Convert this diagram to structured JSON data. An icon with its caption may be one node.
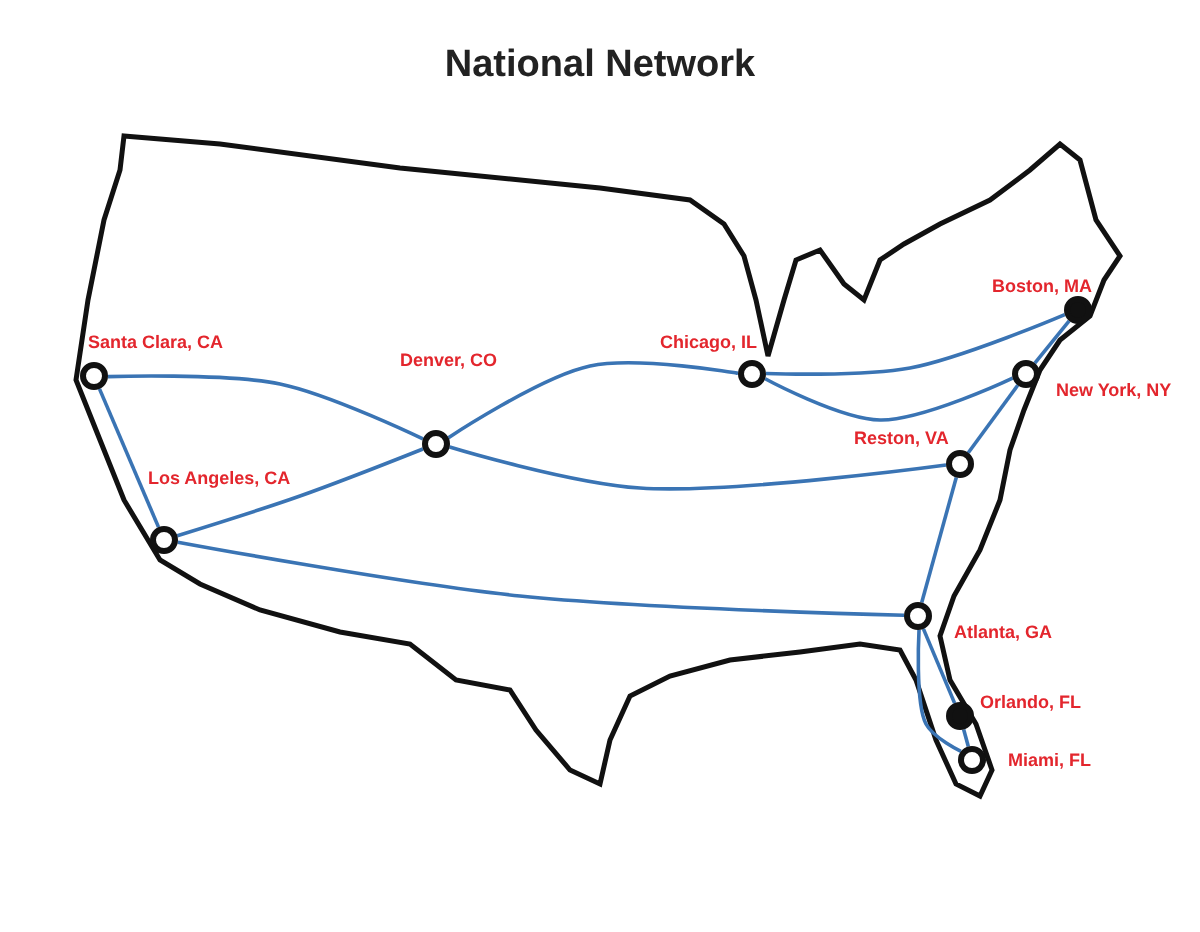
{
  "diagram": {
    "title": "National Network",
    "nodes": [
      {
        "text": [],
        "shape": "circle",
        "beside": [
          "Santa Clara, CA"
        ]
      },
      {
        "text": [],
        "shape": "circle",
        "beside": [
          "Los Angeles, CA"
        ]
      },
      {
        "text": [],
        "shape": "circle",
        "beside": [
          "Denver, CO"
        ]
      },
      {
        "text": [],
        "shape": "circle",
        "beside": [
          "Chicago, IL"
        ]
      },
      {
        "text": [],
        "shape": "dot",
        "beside": [
          "Boston, MA"
        ]
      },
      {
        "text": [],
        "shape": "circle",
        "beside": [
          "New York, NY"
        ]
      },
      {
        "text": [],
        "shape": "circle",
        "beside": [
          "Reston, VA"
        ]
      },
      {
        "text": [],
        "shape": "circle",
        "beside": [
          "Atlanta, GA"
        ]
      },
      {
        "text": [],
        "shape": "dot",
        "beside": [
          "Orlando, FL"
        ]
      },
      {
        "text": [],
        "shape": "circle",
        "beside": [
          "Miami, FL"
        ]
      }
    ],
    "edges": [
      {
        "from": 0,
        "to": 2,
        "arrow": "none"
      },
      {
        "from": 0,
        "to": 1,
        "arrow": "none"
      },
      {
        "from": 1,
        "to": 2,
        "arrow": "none"
      },
      {
        "from": 1,
        "to": 7,
        "arrow": "none"
      },
      {
        "from": 2,
        "to": 3,
        "arrow": "none"
      },
      {
        "from": 2,
        "to": 6,
        "arrow": "none"
      },
      {
        "from": 3,
        "to": 4,
        "arrow": "none"
      },
      {
        "from": 3,
        "to": 5,
        "arrow": "none"
      },
      {
        "from": 4,
        "to": 5,
        "arrow": "none"
      },
      {
        "from": 5,
        "to": 6,
        "arrow": "none"
      },
      {
        "from": 6,
        "to": 7,
        "arrow": "none"
      },
      {
        "from": 7,
        "to": 8,
        "arrow": "none"
      },
      {
        "from": 8,
        "to": 9,
        "arrow": "none"
      },
      {
        "from": 7,
        "to": 9,
        "arrow": "none"
      }
    ]
  }
}
